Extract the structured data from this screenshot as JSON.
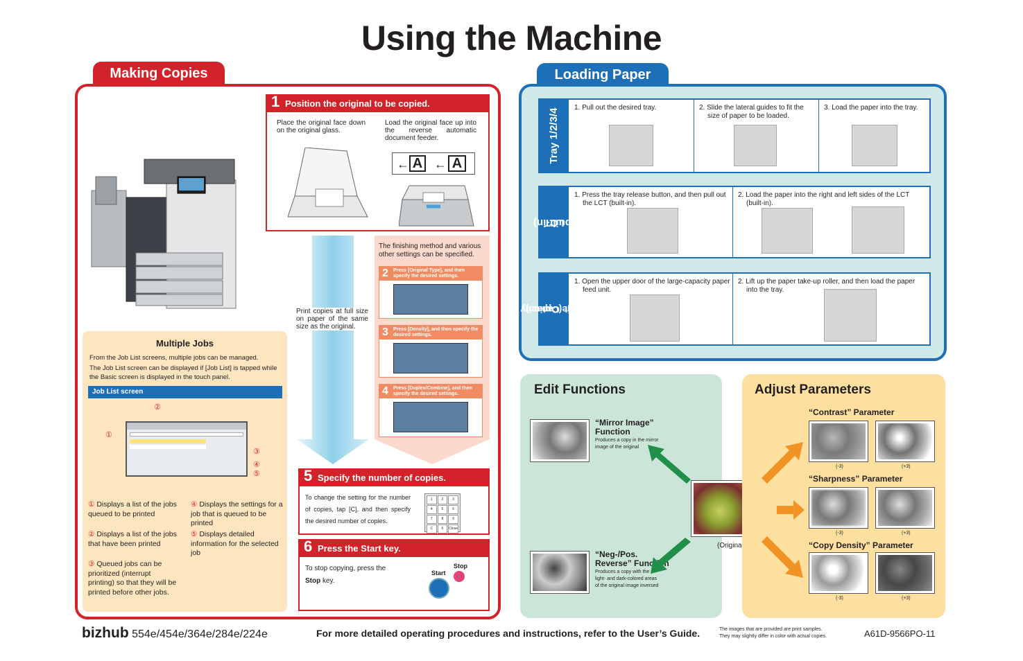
{
  "title": "Using the Machine",
  "making_copies": {
    "tab": "Making Copies",
    "step1": {
      "num": "1",
      "title": "Position the original to be copied.",
      "left": "Place the original face down on the original glass.",
      "right": "Load the original face up into the reverse automatic document feeder.",
      "glyph": "A"
    },
    "arrow_text": "Print copies at full size on paper of the same size as the original.",
    "orange_intro": "The finishing method and various other settings can be specified.",
    "step2": {
      "num": "2",
      "title": "Press [Original Type], and then specify the desired settings."
    },
    "step3": {
      "num": "3",
      "title": "Press [Density], and then specify the desired settings."
    },
    "step4": {
      "num": "4",
      "title": "Press [Duplex/Combine], and then specify the desired settings."
    },
    "step5": {
      "num": "5",
      "title": "Specify the number of copies.",
      "text": "To change the setting for the number of copies, tap [C], and then specify the desired number of copies.",
      "keys": [
        "1",
        "2",
        "3",
        "4",
        "5",
        "6",
        "7",
        "8",
        "9",
        "C",
        "0",
        "Close"
      ]
    },
    "step6": {
      "num": "6",
      "title": "Press the Start key.",
      "text_pre": "To stop copying, press the ",
      "text_bold": "Stop",
      "text_post": " key.",
      "start": "Start",
      "stop": "Stop"
    }
  },
  "multiple_jobs": {
    "title": "Multiple Jobs",
    "p1": "From the Job List screens, multiple jobs can be managed.",
    "p2": "The Job List screen can be displayed if [Job List] is tapped while the Basic screen is displayed in the touch panel.",
    "bar": "Job List screen",
    "callouts": [
      "①",
      "②",
      "③",
      "④",
      "⑤"
    ],
    "items": [
      {
        "n": "①",
        "t": "Displays a list of the jobs queued to be printed"
      },
      {
        "n": "②",
        "t": "Displays a list of the jobs that have been printed"
      },
      {
        "n": "③",
        "t": "Queued jobs can be prioritized (interrupt printing) so that they will be printed before other jobs."
      },
      {
        "n": "④",
        "t": "Displays the settings for a job that is queued to be printed"
      },
      {
        "n": "⑤",
        "t": "Displays detailed information for the selected job"
      }
    ]
  },
  "loading_paper": {
    "tab": "Loading Paper",
    "tray": {
      "label": "Tray 1/2/3/4",
      "s1": "1. Pull out the desired tray.",
      "s2": "2. Slide the lateral guides to fit the size of paper to be loaded.",
      "s3": "3. Load the paper into the tray."
    },
    "lct": {
      "label1": "LCT",
      "label2": "(built-in)",
      "s1": "1. Press the tray release button, and then pull out the LCT (built-in).",
      "s2": "2. Load the paper into the right and left sides of the LCT (built-in)."
    },
    "lcu": {
      "label1": "Large Capacity",
      "label2": "Unit (Option)",
      "s1": "1. Open the upper door of the large-capacity paper feed unit.",
      "s2": "2. Lift up the paper take-up roller, and then load the paper into the tray."
    }
  },
  "edit": {
    "title": "Edit Functions",
    "mirror_title": "“Mirror Image” Function",
    "mirror_desc": "Produces a copy in the mirror image of the original",
    "neg_title": "“Neg-/Pos. Reverse” Function",
    "neg_desc": "Produces a copy with the light- and dark-colored areas of the original image inversed",
    "original": "(Original)"
  },
  "adjust": {
    "title": "Adjust Parameters",
    "contrast": "“Contrast” Parameter",
    "sharpness": "“Sharpness” Parameter",
    "density": "“Copy Density” Parameter",
    "minus": "(-3)",
    "plus": "(+3)"
  },
  "footer": {
    "brand": "bizhub",
    "models": " 554e/454e/364e/284e/224e",
    "refer": "For more detailed operating procedures and instructions, refer to the User’s Guide.",
    "note1": "The images that are provided are print samples.",
    "note2": "They may slightly differ in color with actual copies.",
    "code": "A61D-9566PO-11"
  },
  "colors": {
    "red": "#d2232a",
    "blue": "#1d6fb8",
    "orange": "#f08b63"
  }
}
